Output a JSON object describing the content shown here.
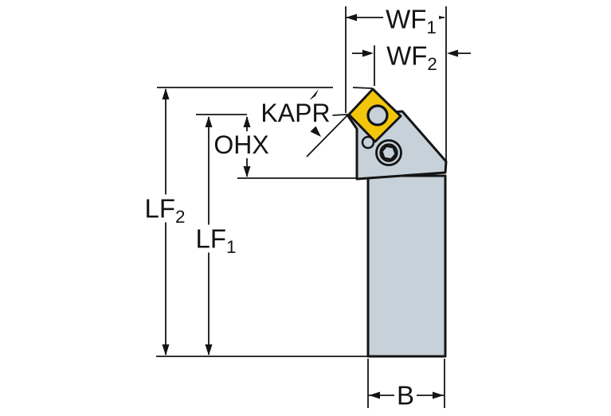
{
  "labels": {
    "wf1": {
      "main": "WF",
      "sub": "1"
    },
    "wf2": {
      "main": "WF",
      "sub": "2"
    },
    "kapr": {
      "text": "KAPR"
    },
    "ohx": {
      "text": "OHX"
    },
    "lf2": {
      "main": "LF",
      "sub": "2"
    },
    "lf1": {
      "main": "LF",
      "sub": "1"
    },
    "b": {
      "text": "B"
    }
  },
  "colors": {
    "background": "#ffffff",
    "body": "#c6d1d9",
    "insert": "#f3c60b",
    "line": "#141414"
  }
}
